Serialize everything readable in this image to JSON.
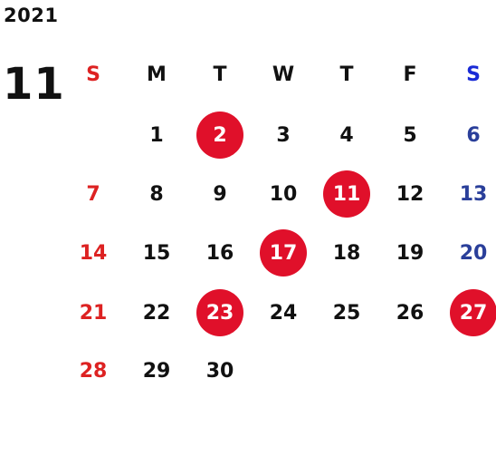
{
  "calendar": {
    "year": "2021",
    "month": "11",
    "colors": {
      "sunday": "#dd2222",
      "saturday": "#2a3f9a",
      "saturday_header": "#1a2bd6",
      "holiday_circle": "#e0102a",
      "weekday": "#111111"
    },
    "weekdays": [
      "S",
      "M",
      "T",
      "W",
      "T",
      "F",
      "S"
    ],
    "first_weekday_index": 1,
    "days_in_month": 30,
    "holidays": [
      2,
      11,
      17,
      23,
      27
    ]
  }
}
